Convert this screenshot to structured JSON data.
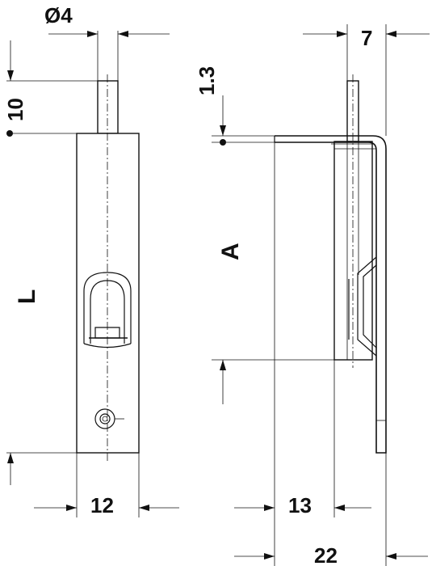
{
  "dimensions": {
    "diameter_pin": "Ø4",
    "pin_projection": "10",
    "length": "L",
    "width": "12",
    "flange_offset": "1.3",
    "bracket_length": "A",
    "side_depth": "7",
    "setback": "13",
    "overall_depth": "22"
  }
}
